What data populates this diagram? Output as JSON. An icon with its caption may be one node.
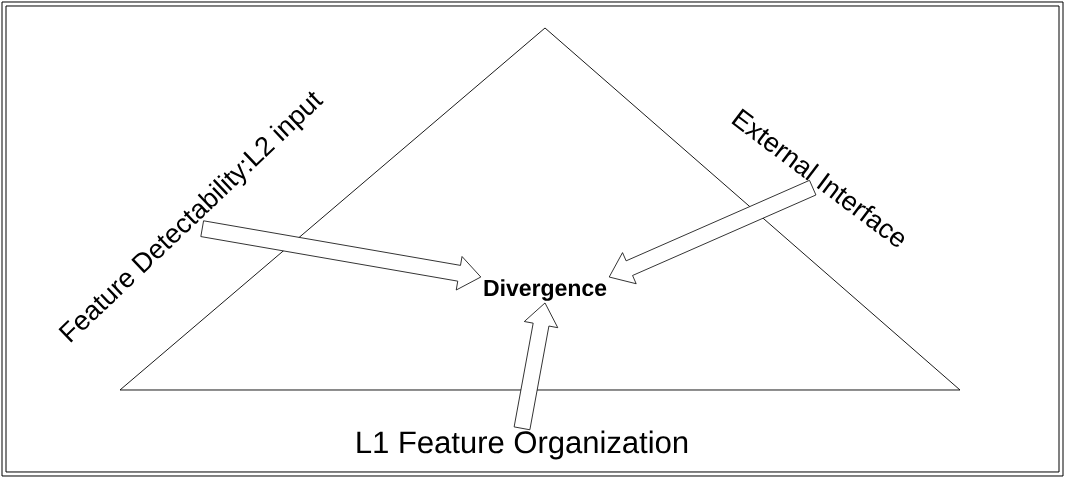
{
  "diagram": {
    "nodes": [
      {
        "text": [
          "Divergence"
        ]
      },
      {
        "text": [
          "Feature Detectability:L2 input"
        ]
      },
      {
        "text": [
          "External Interface"
        ]
      },
      {
        "text": [
          "L1 Feature Organization"
        ]
      }
    ],
    "edges": [
      {
        "from": 1,
        "to": 0,
        "arrow": "to"
      },
      {
        "from": 2,
        "to": 0,
        "arrow": "to"
      },
      {
        "from": 3,
        "to": 0,
        "arrow": "to"
      }
    ]
  }
}
